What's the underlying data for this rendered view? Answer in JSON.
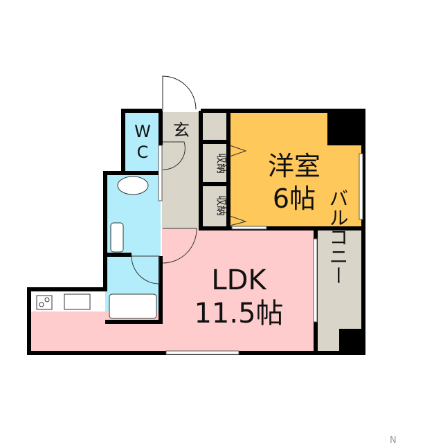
{
  "rooms": {
    "wc": {
      "label_top": "W",
      "label_bottom": "C"
    },
    "entrance": {
      "label": "玄"
    },
    "storage": [
      {
        "label": "収納"
      },
      {
        "label": "収納"
      }
    ],
    "western_room": {
      "name": "洋室",
      "size": "6帖"
    },
    "ldk": {
      "name": "LDK",
      "size": "11.5帖"
    },
    "balcony": {
      "label": "バルコニー"
    }
  },
  "compass": {
    "label": "N"
  },
  "colors": {
    "wet_area": "#b3ecfa",
    "entrance": "#d9d5c9",
    "western_room": "#fec85a",
    "ldk": "#fecccc",
    "wall": "#000000"
  }
}
